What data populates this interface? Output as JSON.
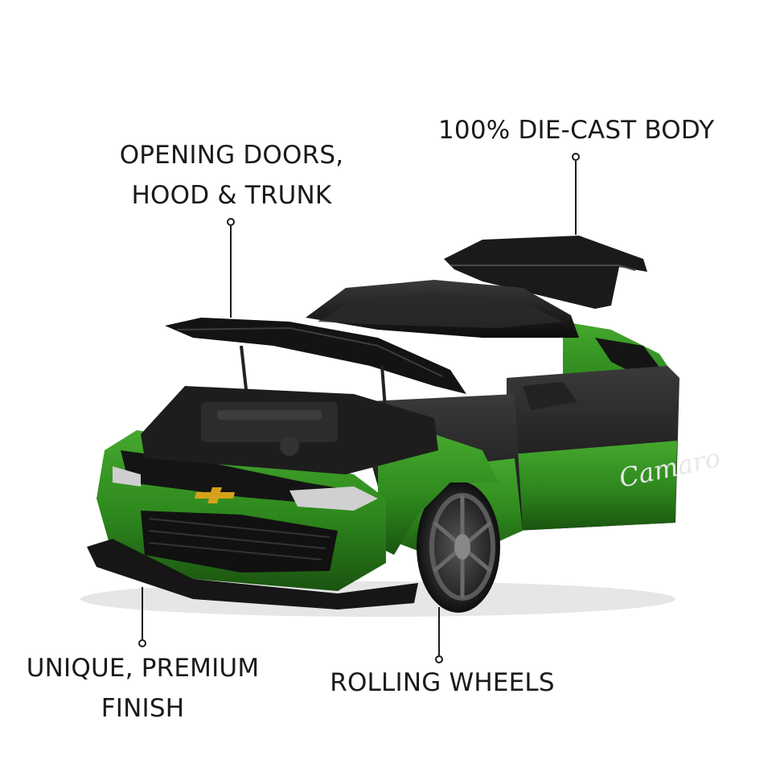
{
  "callouts": {
    "doors": {
      "line1": "OPENING DOORS,",
      "line2": "HOOD & TRUNK"
    },
    "body": {
      "line1": "100% DIE-CAST BODY"
    },
    "finish": {
      "line1": "UNIQUE, PREMIUM",
      "line2": "FINISH"
    },
    "wheels": {
      "line1": "ROLLING WHEELS"
    }
  },
  "car": {
    "badge_script": "Camaro",
    "colors": {
      "green": "#2f8a1e",
      "green_dark": "#1b5410",
      "black": "#141414",
      "gray": "#3a3a3a"
    }
  }
}
